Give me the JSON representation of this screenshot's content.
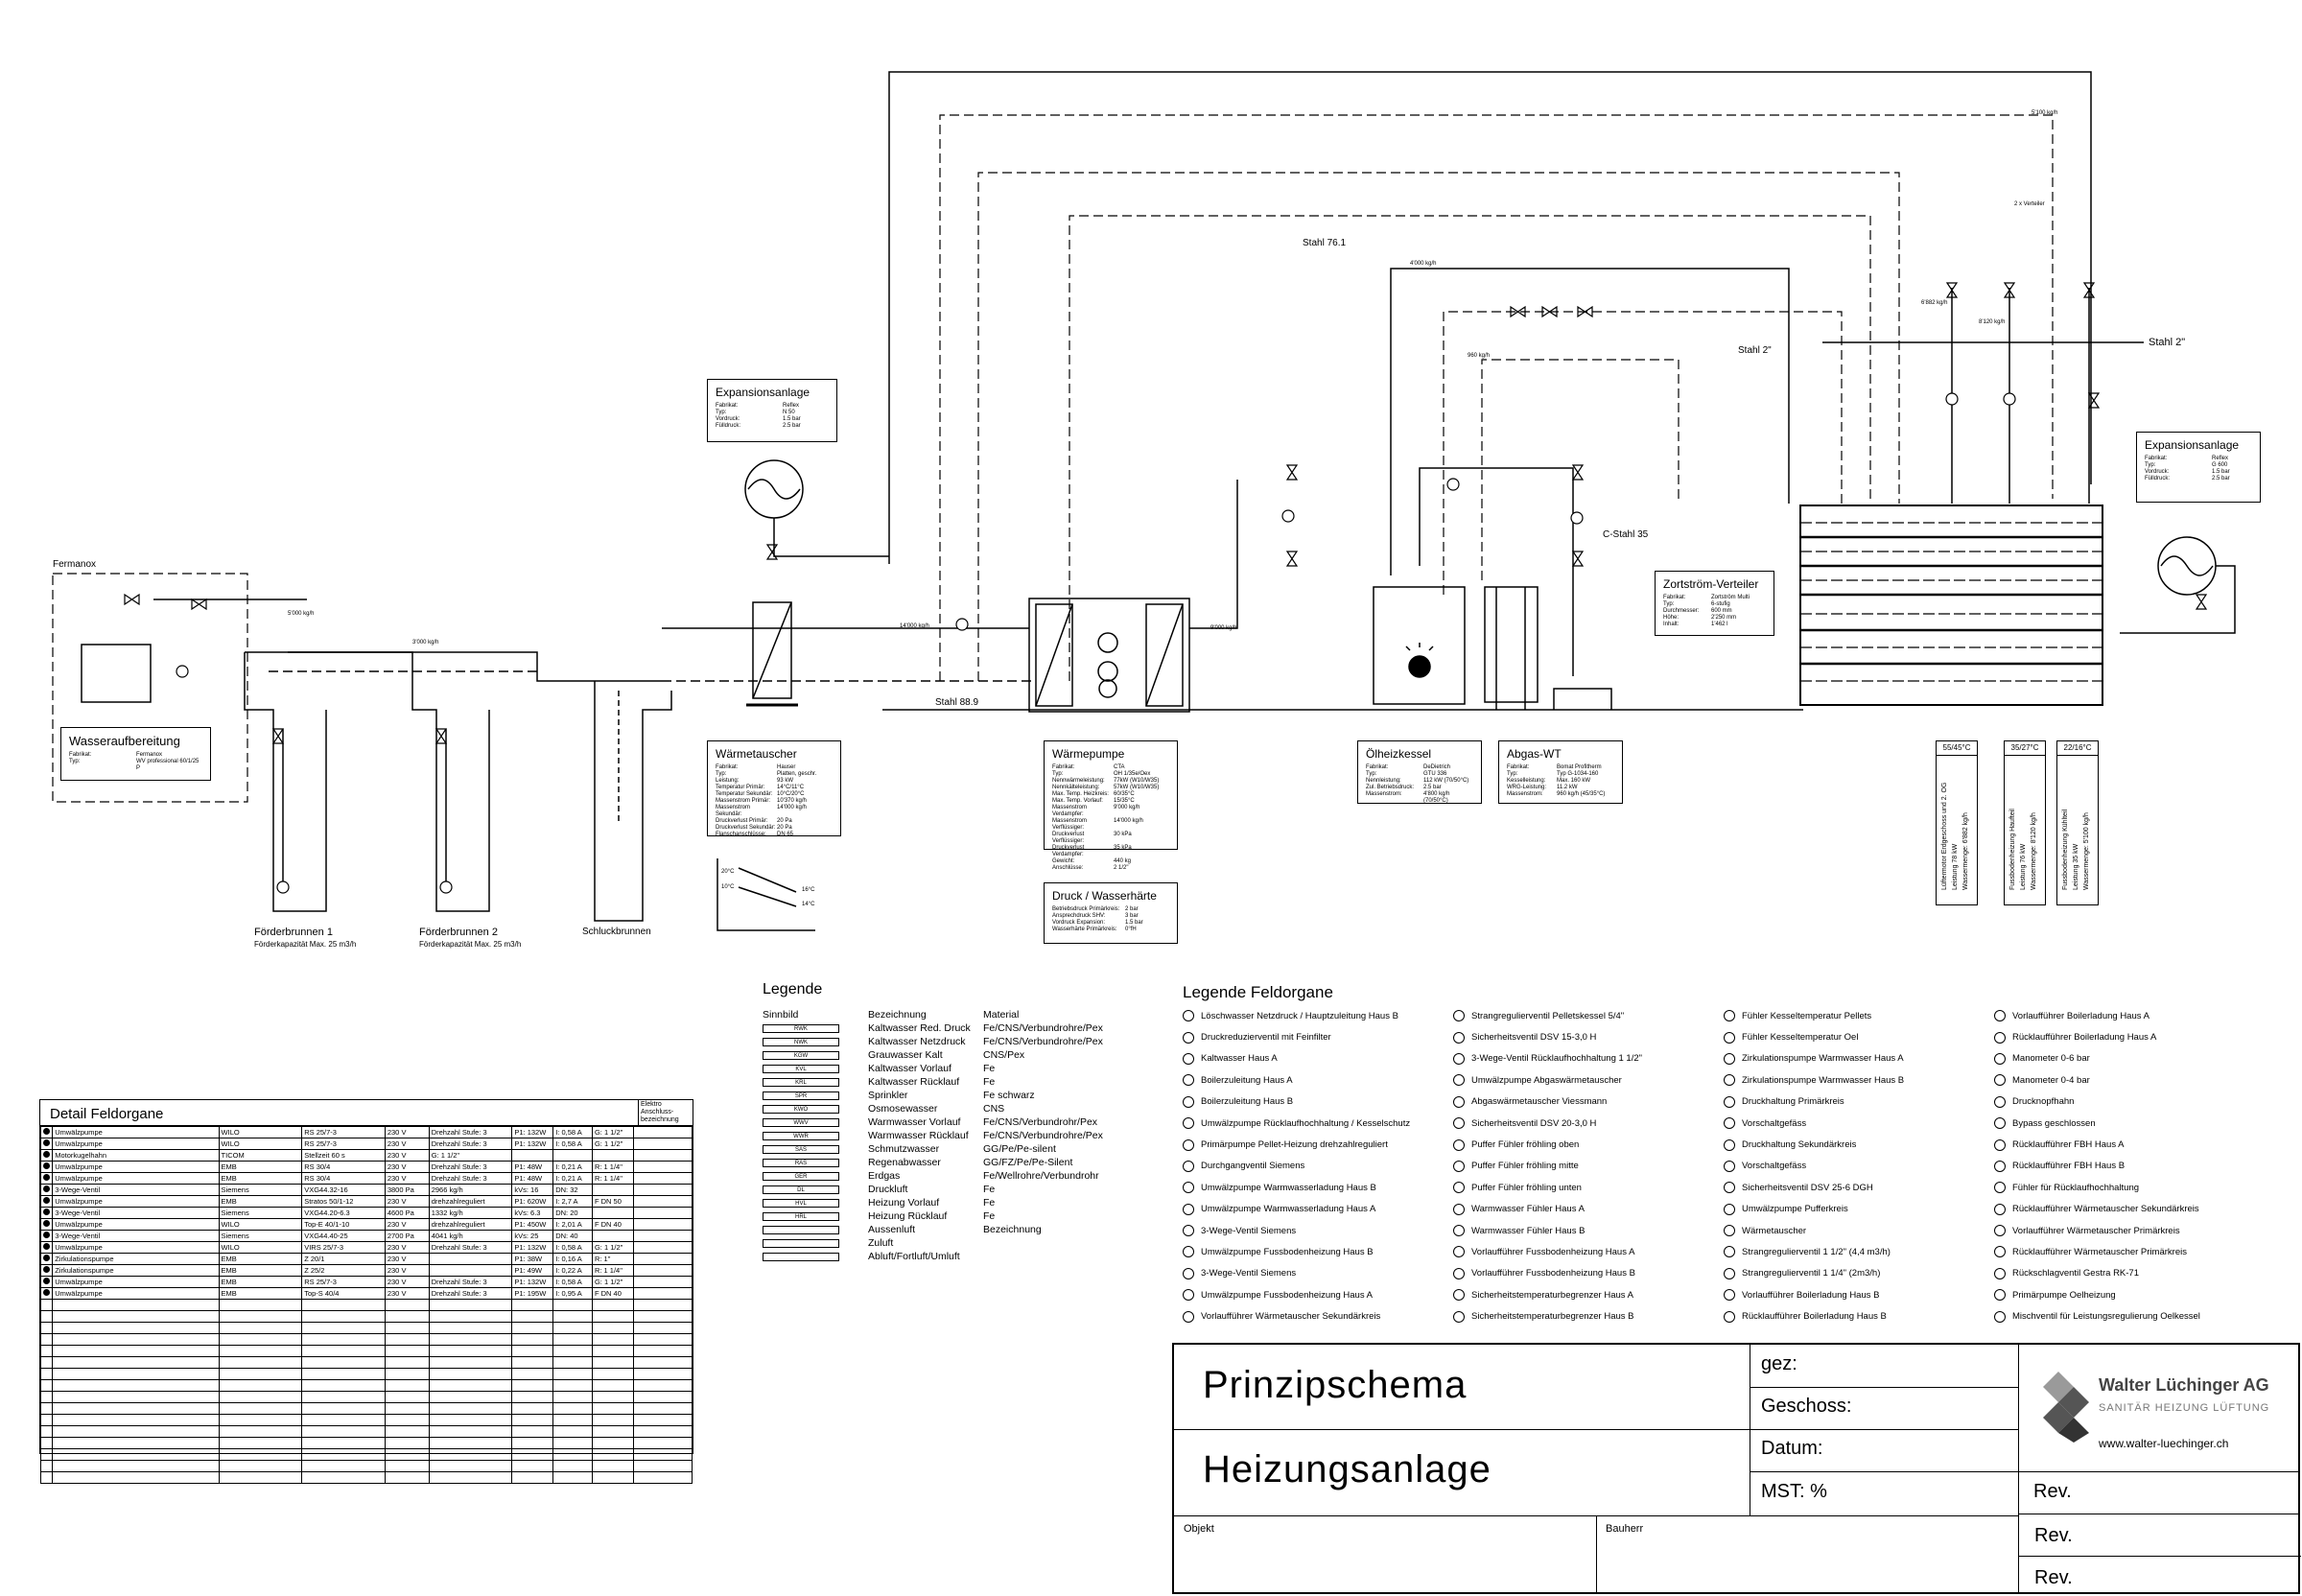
{
  "main_labels": {
    "fermanox": "Fermanox",
    "brunnen1_title": "Förderbrunnen 1",
    "brunnen1_sub": "Förderkapazität Max. 25 m3/h",
    "brunnen2_title": "Förderbrunnen 2",
    "brunnen2_sub": "Förderkapazität Max. 25 m3/h",
    "schluck": "Schluckbrunnen",
    "stahl_761": "Stahl 76.1",
    "stahl_2a": "Stahl 2\"",
    "stahl_2b": "Stahl 2\"",
    "stahl_889": "Stahl 88.9",
    "cstahl_35": "C-Stahl 35"
  },
  "boxes": {
    "expansion_left": {
      "title": "Expansionsanlage",
      "rows": [
        [
          "Fabrikat:",
          "Reflex"
        ],
        [
          "Typ:",
          "N 50"
        ],
        [
          "Vordruck:",
          "1.5 bar"
        ],
        [
          "Fülldruck:",
          "2.5 bar"
        ]
      ]
    },
    "expansion_right": {
      "title": "Expansionsanlage",
      "rows": [
        [
          "Fabrikat:",
          "Reflex"
        ],
        [
          "Typ:",
          "G 600"
        ],
        [
          "Vordruck:",
          "1.5 bar"
        ],
        [
          "Fülldruck:",
          "2.5 bar"
        ]
      ]
    },
    "wasseraufbereitung": {
      "title": "Wasseraufbereitung",
      "rows": [
        [
          "Fabrikat:",
          "Fermanox"
        ],
        [
          "Typ:",
          "WV professional 60/1/25 P"
        ]
      ]
    },
    "waermetauscher": {
      "title": "Wärmetauscher",
      "rows": [
        [
          "Fabrikat:",
          "Hauser"
        ],
        [
          "Typ:",
          "Platten, geschr."
        ],
        [
          "Leistung:",
          "93 kW"
        ],
        [
          "Temperatur Primär:",
          "14°C/11°C"
        ],
        [
          "Temperatur Sekundär:",
          "10°C/20°C"
        ],
        [
          "Massenstrom Primär:",
          "10'370 kg/h"
        ],
        [
          "Massenstrom Sekundär:",
          "14'000 kg/h"
        ],
        [
          "Druckverlust Primär:",
          "20 Pa"
        ],
        [
          "Druckverlust Sekundär:",
          "20 Pa"
        ],
        [
          "Flanschanschlüsse:",
          "DN 65"
        ]
      ]
    },
    "waermepumpe": {
      "title": "Wärmepumpe",
      "rows": [
        [
          "Fabrikat:",
          "CTA"
        ],
        [
          "Typ:",
          "OH 1/35e/Oex"
        ],
        [
          "Nennwärmeleistung:",
          "77kW (W10/W35)"
        ],
        [
          "Nennkälteleistung:",
          "57kW (W10/W35)"
        ],
        [
          "Max. Temp. Heizkreis:",
          "60/35°C"
        ],
        [
          "Max. Temp. Vorlauf:",
          "15/35°C"
        ],
        [
          "Massenstrom Verdampfer:",
          "9'000 kg/h"
        ],
        [
          "Massenstrom Verflüssiger:",
          "14'000 kg/h"
        ],
        [
          "Druckverlust Verflüssiger:",
          "30 kPa"
        ],
        [
          "Druckverlust Verdampfer:",
          "35 kPa"
        ],
        [
          "Gewicht:",
          "440 kg"
        ],
        [
          "Anschlüsse:",
          "2 1/2\""
        ]
      ]
    },
    "druck": {
      "title": "Druck / Wasserhärte",
      "rows": [
        [
          "Betriebsdruck Primärkreis:",
          "2 bar"
        ],
        [
          "Ansprechdruck SHV:",
          "3 bar"
        ],
        [
          "Vordruck Expansion:",
          "1.5 bar"
        ],
        [
          "Wasserhärte Primärkreis:",
          "0°fH"
        ]
      ]
    },
    "oelheizkessel": {
      "title": "Ölheizkessel",
      "rows": [
        [
          "Fabrikat:",
          "DeDietrich"
        ],
        [
          "Typ:",
          "GTU 336"
        ],
        [
          "Nennleistung:",
          "112 kW (70/50°C)"
        ],
        [
          "Zul. Betriebsdruck:",
          "2.5 bar"
        ],
        [
          "Massenstrom:",
          "4'800 kg/h (70/50°C)"
        ]
      ]
    },
    "abgas": {
      "title": "Abgas-WT",
      "rows": [
        [
          "Fabrikat:",
          "Bomat Profitherm"
        ],
        [
          "Typ:",
          "Typ G-1034-160"
        ],
        [
          "Kesselleistung:",
          "Max. 160 kW"
        ],
        [
          "WRG-Leistung:",
          "11.2 kW"
        ],
        [
          "Massenstrom:",
          "960 kg/h (45/35°C)"
        ]
      ]
    },
    "zortstroem": {
      "title": "Zortström-Verteiler",
      "rows": [
        [
          "Fabrikat:",
          "Zortström Multi"
        ],
        [
          "Typ:",
          "6-stufig"
        ],
        [
          "Durchmesser:",
          "600 mm"
        ],
        [
          "Höhe:",
          "2'250 mm"
        ],
        [
          "Inhalt:",
          "1'462 l"
        ]
      ]
    }
  },
  "groups": [
    {
      "header": "55/45°C",
      "lines": [
        "Lüftermotor Erdgeschoss und 2. OG",
        "Leistung 78 kW",
        "Wassermenge: 6'882 kg/h"
      ]
    },
    {
      "header": "35/27°C",
      "lines": [
        "Fussbodenheizung Haufteil",
        "Leistung 76 kW",
        "Wassermenge: 8'120 kg/h"
      ]
    },
    {
      "header": "22/16°C",
      "lines": [
        "Fussbodenheizung Kühlteil",
        "Leistung 35 kW",
        "Wassermenge: 5'100 kg/h"
      ]
    }
  ],
  "flows": [
    "5'100 kg/h",
    "4'000 kg/h",
    "3'000 kg/h",
    "5'000 kg/h",
    "14'000 kg/h",
    "6'882 kg/h",
    "8'120 kg/h",
    "960 kg/h",
    "9'000 kg/h",
    "2 x Verteiler"
  ],
  "temps": [
    "20°C",
    "10°C",
    "16°C",
    "14°C"
  ],
  "legende": {
    "title": "Legende",
    "headers": [
      "Sinnbild",
      "Bezeichnung",
      "Material"
    ],
    "rows": [
      {
        "code": "RWK",
        "name": "Kaltwasser Red. Druck",
        "mat": "Fe/CNS/Verbundrohre/Pex"
      },
      {
        "code": "NWK",
        "name": "Kaltwasser Netzdruck",
        "mat": "Fe/CNS/Verbundrohre/Pex"
      },
      {
        "code": "KGW",
        "name": "Grauwasser Kalt",
        "mat": "CNS/Pex"
      },
      {
        "code": "KVL",
        "name": "Kaltwasser Vorlauf",
        "mat": "Fe"
      },
      {
        "code": "KRL",
        "name": "Kaltwasser Rücklauf",
        "mat": "Fe"
      },
      {
        "code": "SPR",
        "name": "Sprinkler",
        "mat": "Fe schwarz"
      },
      {
        "code": "KWO",
        "name": "Osmosewasser",
        "mat": "CNS"
      },
      {
        "code": "WWV",
        "name": "Warmwasser Vorlauf",
        "mat": "Fe/CNS/Verbundrohr/Pex"
      },
      {
        "code": "WWR",
        "name": "Warmwasser Rücklauf",
        "mat": "Fe/CNS/Verbundrohre/Pex"
      },
      {
        "code": "SAS",
        "name": "Schmutzwasser",
        "mat": "GG/Pe/Pe-silent"
      },
      {
        "code": "RAS",
        "name": "Regenabwasser",
        "mat": "GG/FZ/Pe/Pe-Silent"
      },
      {
        "code": "GER",
        "name": "Erdgas",
        "mat": "Fe/Wellrohre/Verbundrohr"
      },
      {
        "code": "DL",
        "name": "Druckluft",
        "mat": "Fe"
      },
      {
        "code": "HVL",
        "name": "Heizung Vorlauf",
        "mat": "Fe"
      },
      {
        "code": "HRL",
        "name": "Heizung Rücklauf",
        "mat": "Fe"
      },
      {
        "code": "",
        "name": "Aussenluft",
        "mat": "Bezeichnung"
      },
      {
        "code": "",
        "name": "Zuluft",
        "mat": ""
      },
      {
        "code": "",
        "name": "Abluft/Fortluft/Umluft",
        "mat": ""
      }
    ]
  },
  "feldorgane": {
    "title": "Legende Feldorgane",
    "columns": [
      [
        "Löschwasser Netzdruck / Hauptzuleitung Haus B",
        "Druckreduzierventil mit Feinfilter",
        "Kaltwasser Haus A",
        "Boilerzuleitung Haus A",
        "Boilerzuleitung Haus B",
        "Umwälzpumpe Rücklaufhochhaltung / Kesselschutz",
        "Primärpumpe Pellet-Heizung drehzahlreguliert",
        "Durchgangventil Siemens",
        "Umwälzpumpe Warmwasserladung Haus B",
        "Umwälzpumpe Warmwasserladung Haus A",
        "3-Wege-Ventil Siemens",
        "Umwälzpumpe Fussbodenheizung Haus B",
        "3-Wege-Ventil Siemens",
        "Umwälzpumpe Fussbodenheizung Haus A",
        "Vorlaufführer Wärmetauscher Sekundärkreis"
      ],
      [
        "Strangregulierventil Pelletskessel 5/4\"",
        "Sicherheitsventil DSV 15-3,0 H",
        "3-Wege-Ventil Rücklaufhochhaltung 1 1/2\"",
        "Umwälzpumpe Abgaswärmetauscher",
        "Abgaswärmetauscher Viessmann",
        "Sicherheitsventil DSV 20-3,0 H",
        "Puffer Fühler fröhling oben",
        "Puffer Fühler fröhling mitte",
        "Puffer Fühler fröhling unten",
        "Warmwasser Fühler Haus A",
        "Warmwasser Fühler Haus B",
        "Vorlaufführer Fussbodenheizung Haus A",
        "Vorlaufführer Fussbodenheizung Haus B",
        "Sicherheitstemperaturbegrenzer Haus A",
        "Sicherheitstemperaturbegrenzer Haus B"
      ],
      [
        "Fühler Kesseltemperatur Pellets",
        "Fühler Kesseltemperatur Oel",
        "Zirkulationspumpe Warmwasser Haus A",
        "Zirkulationspumpe Warmwasser Haus B",
        "Druckhaltung Primärkreis",
        "Vorschaltgefäss",
        "Druckhaltung Sekundärkreis",
        "Vorschaltgefäss",
        "Sicherheitsventil DSV 25-6 DGH",
        "Umwälzpumpe Pufferkreis",
        "Wärmetauscher",
        "Strangregulierventil 1 1/2\" (4,4 m3/h)",
        "Strangregulierventil 1 1/4\" (2m3/h)",
        "Vorlaufführer Boilerladung Haus B",
        "Rücklaufführer Boilerladung Haus B"
      ],
      [
        "Vorlaufführer Boilerladung Haus A",
        "Rücklaufführer Boilerladung Haus A",
        "Manometer 0-6 bar",
        "Manometer 0-4 bar",
        "Drucknopfhahn",
        "Bypass geschlossen",
        "Rücklaufführer FBH Haus A",
        "Rücklaufführer FBH Haus B",
        "Fühler für Rücklaufhochhaltung",
        "Rücklaufführer Wärmetauscher Sekundärkreis",
        "Vorlaufführer Wärmetauscher Primärkreis",
        "Rücklaufführer Wärmetauscher Primärkreis",
        "Rückschlagventil Gestra RK-71",
        "Primärpumpe Oelheizung",
        "Mischventil für Leistungsregulierung Oelkessel"
      ]
    ]
  },
  "detail": {
    "title": "Detail Feldorgane",
    "elektro": "Elektro Anschluss-bezeichnung",
    "rows": [
      [
        "Umwälzpumpe",
        "WILO",
        "RS 25/7-3",
        "230 V",
        "Drehzahl Stufe: 3",
        "P1: 132W",
        "I: 0,58 A",
        "G: 1 1/2\""
      ],
      [
        "Umwälzpumpe",
        "WILO",
        "RS 25/7-3",
        "230 V",
        "Drehzahl Stufe: 3",
        "P1: 132W",
        "I: 0,58 A",
        "G: 1 1/2\""
      ],
      [
        "Motorkugelhahn",
        "TICOM",
        "Stellzeit 60 s",
        "230 V",
        "G: 1 1/2\"",
        "",
        "",
        ""
      ],
      [
        "Umwälzpumpe",
        "EMB",
        "RS 30/4",
        "230 V",
        "Drehzahl Stufe: 3",
        "P1: 48W",
        "I: 0,21 A",
        "R: 1 1/4\""
      ],
      [
        "Umwälzpumpe",
        "EMB",
        "RS 30/4",
        "230 V",
        "Drehzahl Stufe: 3",
        "P1: 48W",
        "I: 0,21 A",
        "R: 1 1/4\""
      ],
      [
        "3-Wege-Ventil",
        "Siemens",
        "VXG44.32-16",
        "3800 Pa",
        "2966 kg/h",
        "kVs: 16",
        "DN: 32",
        ""
      ],
      [
        "Umwälzpumpe",
        "EMB",
        "Stratos 50/1-12",
        "230 V",
        "drehzahlreguliert",
        "P1: 620W",
        "I: 2,7 A",
        "F DN 50"
      ],
      [
        "3-Wege-Ventil",
        "Siemens",
        "VXG44.20-6.3",
        "4600 Pa",
        "1332 kg/h",
        "kVs: 6.3",
        "DN: 20",
        ""
      ],
      [
        "Umwälzpumpe",
        "WILO",
        "Top-E 40/1-10",
        "230 V",
        "drehzahlreguliert",
        "P1: 450W",
        "I: 2,01 A",
        "F DN 40"
      ],
      [
        "3-Wege-Ventil",
        "Siemens",
        "VXG44.40-25",
        "2700 Pa",
        "4041 kg/h",
        "kVs: 25",
        "DN: 40",
        ""
      ],
      [
        "Umwälzpumpe",
        "WILO",
        "VIRS 25/7-3",
        "230 V",
        "Drehzahl Stufe: 3",
        "P1: 132W",
        "I: 0,58 A",
        "G: 1 1/2\""
      ],
      [
        "Zirkulationspumpe",
        "EMB",
        "Z 20/1",
        "230 V",
        "",
        "P1: 38W",
        "I: 0,16 A",
        "R: 1\""
      ],
      [
        "Zirkulationspumpe",
        "EMB",
        "Z 25/2",
        "230 V",
        "",
        "P1: 49W",
        "I: 0,22 A",
        "R: 1 1/4\""
      ],
      [
        "Umwälzpumpe",
        "EMB",
        "RS 25/7-3",
        "230 V",
        "Drehzahl Stufe: 3",
        "P1: 132W",
        "I: 0,58 A",
        "G: 1 1/2\""
      ],
      [
        "Umwälzpumpe",
        "EMB",
        "Top-S 40/4",
        "230 V",
        "Drehzahl Stufe: 3",
        "P1: 195W",
        "I: 0,95 A",
        "F DN 40"
      ]
    ]
  },
  "titleblock": {
    "title1": "Prinzipschema",
    "title2": "Heizungsanlage",
    "gez": "gez:",
    "geschoss": "Geschoss:",
    "datum": "Datum:",
    "mst": "MST:   %",
    "company": "Walter Lüchinger AG",
    "tagline": "SANITÄR  HEIZUNG  LÜFTUNG",
    "web": "www.walter-luechinger.ch",
    "rev": "Rev.",
    "objekt": "Objekt",
    "bauherr": "Bauherr"
  }
}
